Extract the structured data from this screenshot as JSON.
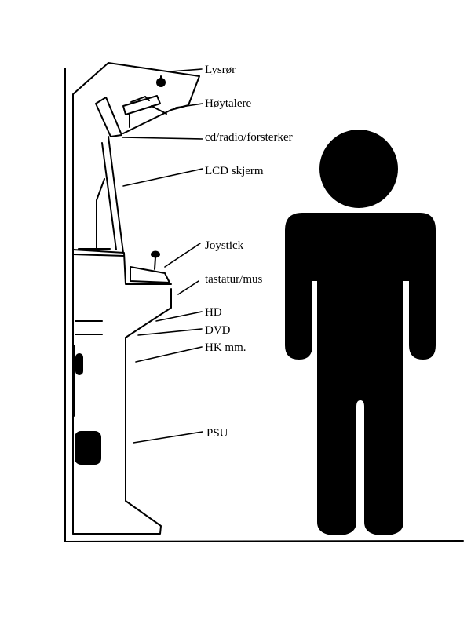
{
  "diagram": {
    "labels": {
      "lysror": "Lysrør",
      "hoytalere": "Høytalere",
      "cd_radio": "cd/radio/forsterker",
      "lcd": "LCD skjerm",
      "joystick": "Joystick",
      "tastatur": "tastatur/mus",
      "hd": "HD",
      "dvd": "DVD",
      "hk": "HK mm.",
      "psu": "PSU"
    },
    "colors": {
      "ink": "#000000",
      "background": "#ffffff"
    }
  }
}
